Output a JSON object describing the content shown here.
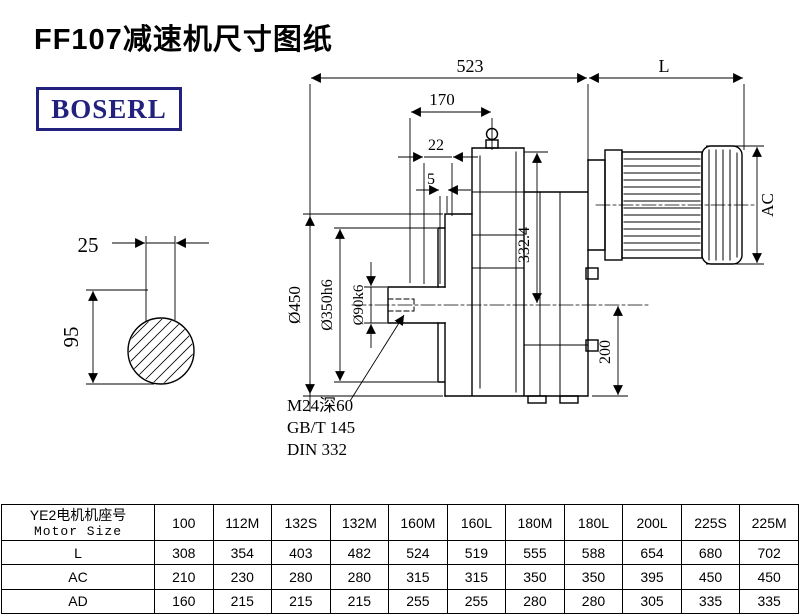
{
  "title": "FF107减速机尺寸图纸",
  "logo": "BOSERL",
  "drawing": {
    "dims": {
      "d523": "523",
      "dL": "L",
      "d170": "170",
      "d22": "22",
      "d5": "5",
      "d25": "25",
      "d95": "95",
      "dAC": "AC",
      "d3324": "332.4",
      "d200": "200",
      "d450": "Ø450",
      "d350": "Ø350h6",
      "d90": "Ø90k6"
    },
    "notes": [
      "M24深60",
      "GB/T 145",
      "DIN 332"
    ]
  },
  "table": {
    "header_cn": "YE2电机机座号",
    "header_en": "Motor Size",
    "columns": [
      "100",
      "112M",
      "132S",
      "132M",
      "160M",
      "160L",
      "180M",
      "180L",
      "200L",
      "225S",
      "225M"
    ],
    "rows": [
      {
        "label": "L",
        "values": [
          "308",
          "354",
          "403",
          "482",
          "524",
          "519",
          "555",
          "588",
          "654",
          "680",
          "702"
        ]
      },
      {
        "label": "AC",
        "values": [
          "210",
          "230",
          "280",
          "280",
          "315",
          "315",
          "350",
          "350",
          "395",
          "450",
          "450"
        ]
      },
      {
        "label": "AD",
        "values": [
          "160",
          "215",
          "215",
          "215",
          "255",
          "255",
          "280",
          "280",
          "305",
          "335",
          "335"
        ]
      }
    ]
  }
}
